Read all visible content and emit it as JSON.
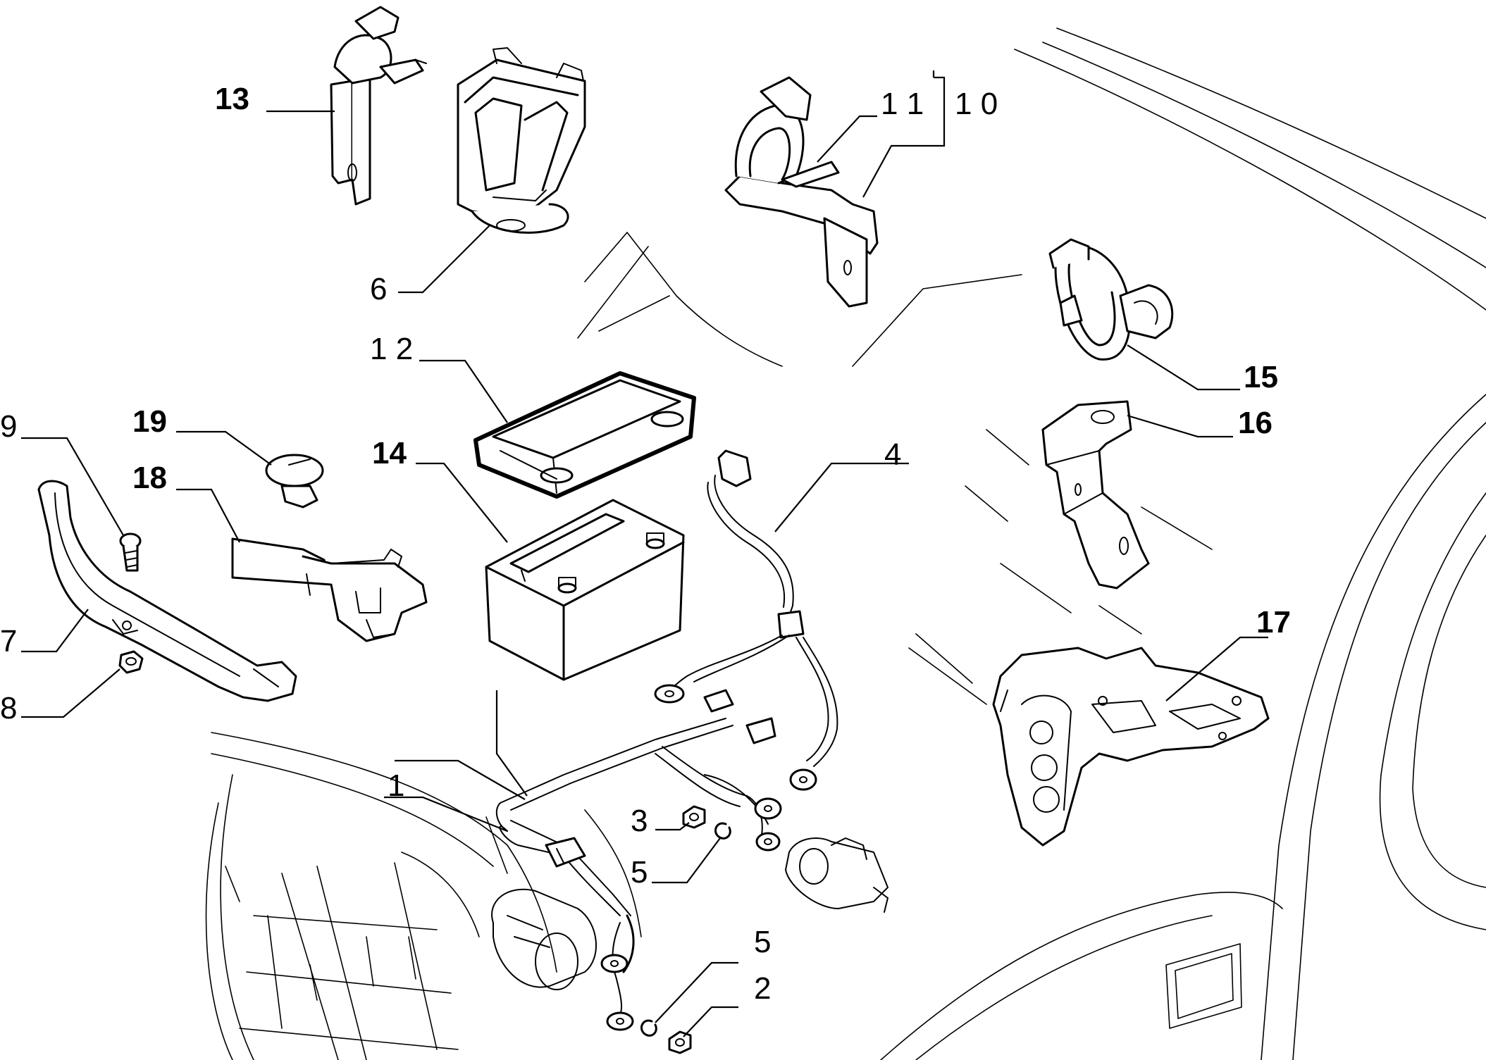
{
  "callouts": {
    "c1": "1",
    "c2": "2",
    "c3": "3",
    "c4": "4",
    "c5a": "5",
    "c5b": "5",
    "c6": "6",
    "c7": "7",
    "c8": "8",
    "c9": "9",
    "c10": "1 0",
    "c11": "1 1",
    "c12": "1 2",
    "c13": "13",
    "c14": "14",
    "c15": "15",
    "c16": "16",
    "c17": "17",
    "c18": "18",
    "c19": "19"
  }
}
